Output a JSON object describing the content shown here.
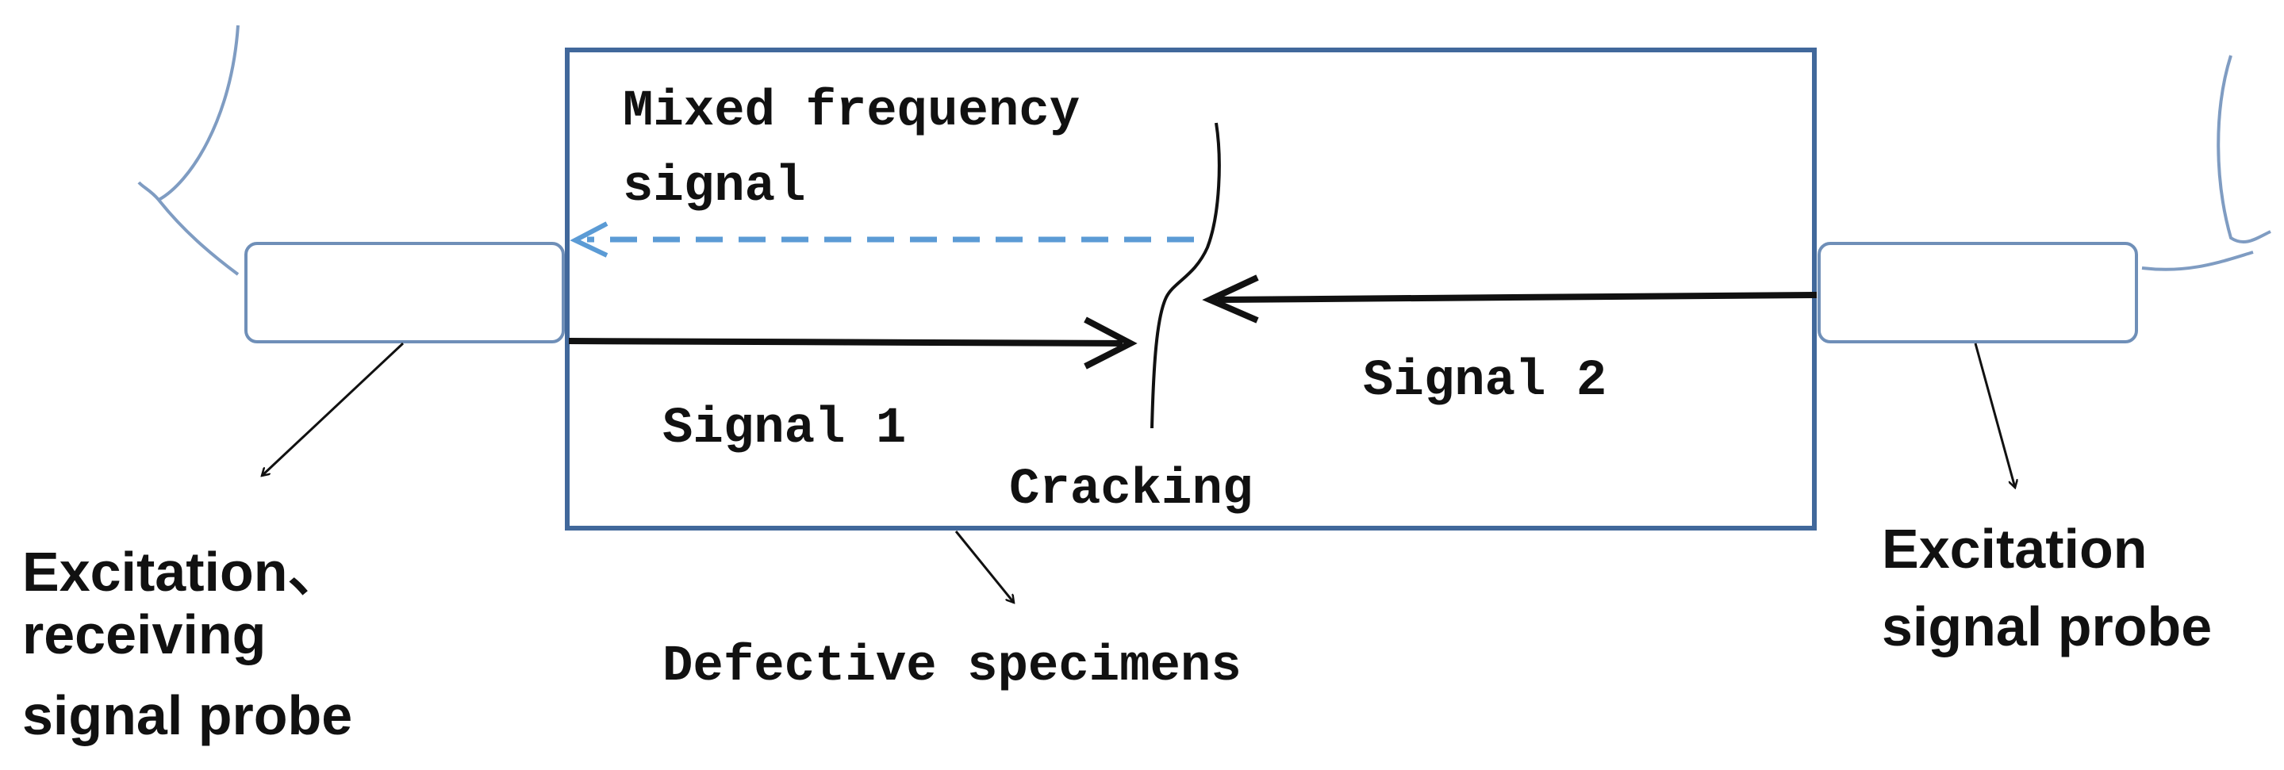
{
  "labels": {
    "mixed_line1": "Mixed frequency",
    "mixed_line2": "signal",
    "signal1": "Signal 1",
    "signal2": "Signal 2",
    "cracking": "Cracking",
    "specimen": "Defective specimens",
    "left_probe_line1": "Excitation、",
    "left_probe_line2": "receiving",
    "left_probe_line3": "signal probe",
    "right_probe_line1": "Excitation",
    "right_probe_line2": "signal probe"
  },
  "colors": {
    "specimen_border": "#41689b",
    "probe_border": "#6f8fb8",
    "cable": "#7f9cc2",
    "mixed_signal": "#5b9bd5",
    "arrow": "#111111"
  }
}
